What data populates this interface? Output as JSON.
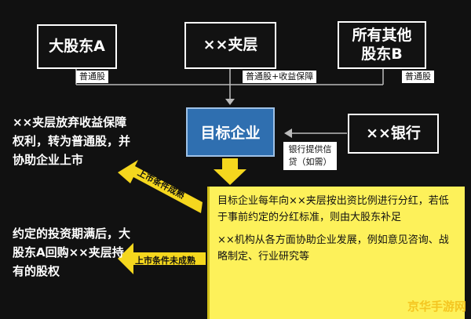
{
  "boxes": {
    "shareholder_a": "大股东A",
    "mezzanine": "××夹层",
    "other_shareholders": "所有其他股东B",
    "target": "目标企业",
    "bank": "××银行"
  },
  "tags": {
    "common_a": "普通股",
    "common_mezz": "普通股+收益保障",
    "common_b": "普通股",
    "bank_note": "银行提供信贷（如需）"
  },
  "left_notes": {
    "note1": "××夹层放弃收益保障权利，转为普通股，并协助企业上市",
    "note2": "约定的投资期满后，大股东A回购××夹层持有的股权"
  },
  "arrows": {
    "ipo_success": "上市条件成熟",
    "ipo_fail": "上市条件未成熟"
  },
  "panel": {
    "para1": "目标企业每年向××夹层按出资比例进行分红，若低于事前约定的分红标准，则由大股东补足",
    "para2": "××机构从各方面协助企业发展，例如意见咨询、战略制定、行业研究等"
  },
  "watermark": "京华手游网",
  "colors": {
    "background": "#111111",
    "target_box": "#2f6fb0",
    "arrow_yellow": "#f5d71e",
    "panel_yellow": "#fdf15a"
  }
}
